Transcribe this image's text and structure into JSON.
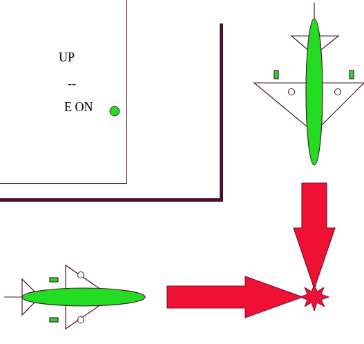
{
  "diagram": {
    "nodes": [
      {
        "text": [
          "UP",
          "--",
          "E ON"
        ]
      }
    ]
  }
}
